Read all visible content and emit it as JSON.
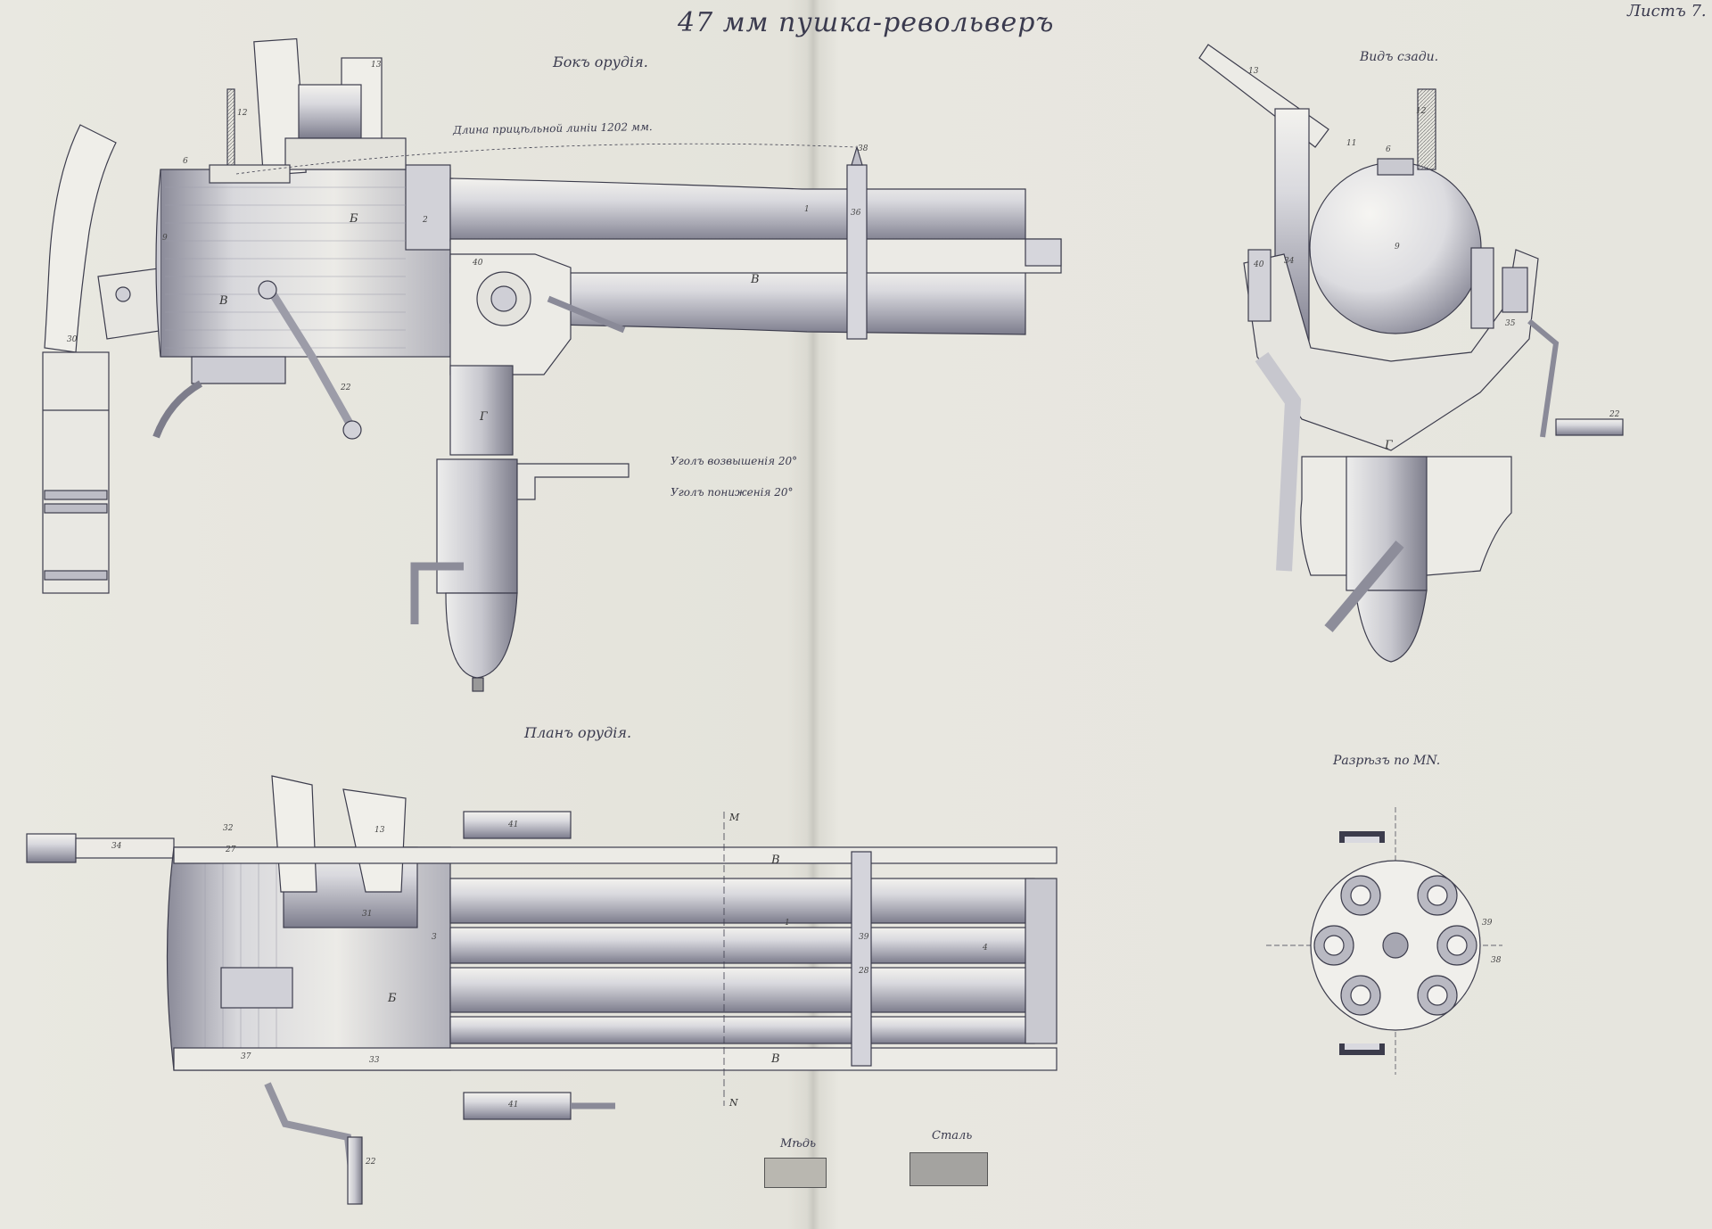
{
  "title": "47 мм пушка-револьверъ",
  "sheet": "Листъ 7.",
  "views": {
    "side": "Бокъ орудія.",
    "rear": "Видъ сзади.",
    "plan": "Планъ орудія.",
    "section": "Разрѣзъ по MN."
  },
  "notes": {
    "sight_line": "Длина прицѣльной линіи 1202 мм.",
    "elevation": "Уголъ возвышенія 20°",
    "depression": "Уголъ пониженія 20°"
  },
  "legend": {
    "copper": "Мѣдь",
    "steel": "Сталь"
  },
  "colors": {
    "paper": "#e6e5dd",
    "ink": "#3a3a4e",
    "copper_swatch": "#b9b7b0",
    "steel_swatch": "#a4a3a0"
  },
  "part_letters": {
    "b_side": "Б",
    "v_side_left": "В",
    "v_side_right": "В",
    "g_side": "Г",
    "g_rear": "Г",
    "v_plan_top": "В",
    "b_plan": "Б",
    "v_plan_bottom": "В",
    "m": "M",
    "n": "N"
  },
  "part_numbers": {
    "s13": "13",
    "s12": "12",
    "s6": "6",
    "s9": "9",
    "s2": "2",
    "s38": "38",
    "s36": "36",
    "s40": "40",
    "s22": "22",
    "s30": "30",
    "s1": "1",
    "r13": "13",
    "r11": "11",
    "r6": "6",
    "r12": "12",
    "r9": "9",
    "r40": "40",
    "r34": "34",
    "r22": "22",
    "r35": "35",
    "p32": "32",
    "p34": "34",
    "p27": "27",
    "p41": "41",
    "p13": "13",
    "p31": "31",
    "p3": "3",
    "p1": "1",
    "p39": "39",
    "p4": "4",
    "p28": "28",
    "p37": "37",
    "p33": "33",
    "p41b": "41",
    "p22": "22",
    "x39": "39",
    "x38": "38"
  }
}
